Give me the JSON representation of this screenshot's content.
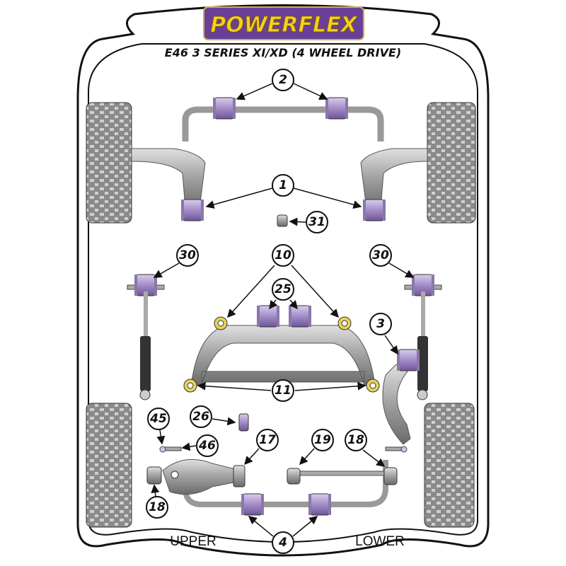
{
  "header": {
    "brand": "POWERFLEX",
    "title": "E46 3 SERIES XI/XD (4 WHEEL DRIVE)"
  },
  "colors": {
    "bushing": "#a48cc8",
    "metal": "#9a9a9a",
    "logo_bg": "#6a3f9a",
    "logo_text": "#f5d020"
  },
  "callouts": {
    "c2": "2",
    "c1": "1",
    "c31": "31",
    "c30l": "30",
    "c30r": "30",
    "c10": "10",
    "c25": "25",
    "c3": "3",
    "c11": "11",
    "c26": "26",
    "c45": "45",
    "c46": "46",
    "c17": "17",
    "c19": "19",
    "c18r": "18",
    "c18l": "18",
    "c4": "4"
  },
  "labels": {
    "upper": "UPPER",
    "lower": "LOWER"
  }
}
